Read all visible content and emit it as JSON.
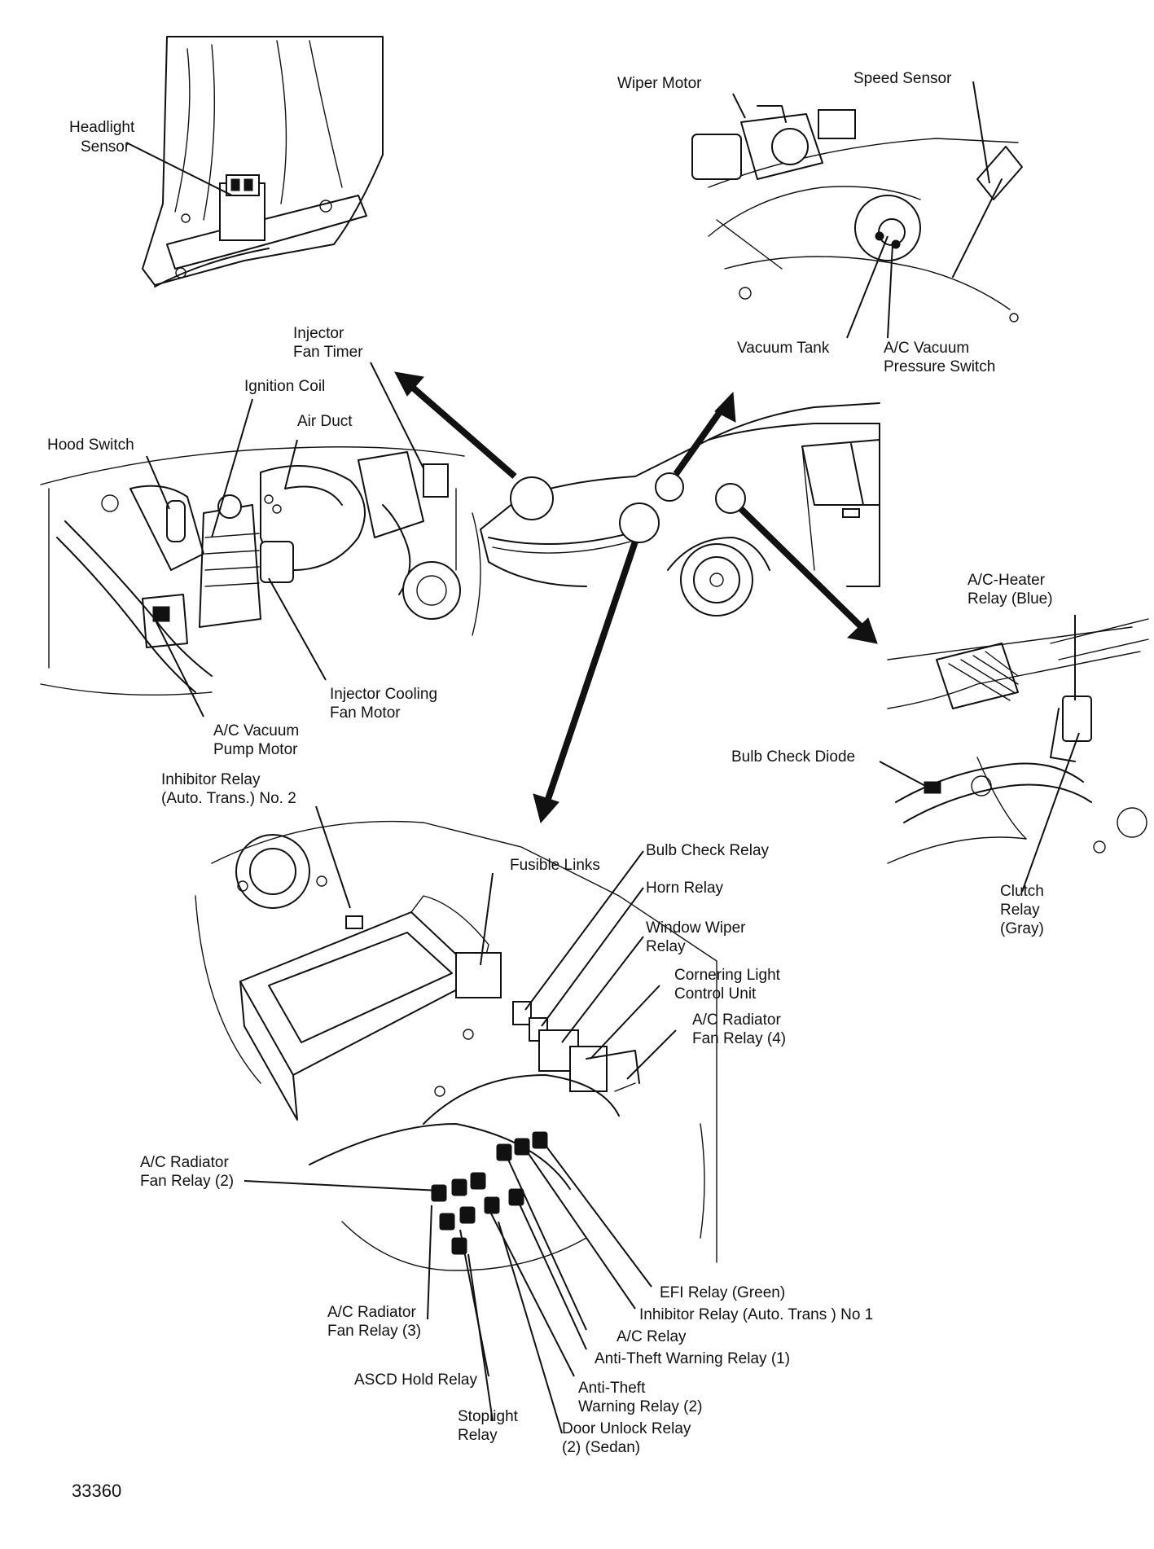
{
  "figure_number": "33360",
  "labels": {
    "headlight_sensor": [
      "Headlight",
      "Sensor"
    ],
    "wiper_motor": [
      "Wiper Motor"
    ],
    "speed_sensor": [
      "Speed Sensor"
    ],
    "vacuum_tank": [
      "Vacuum Tank"
    ],
    "ac_vacuum_pressure_switch": [
      "A/C Vacuum",
      "Pressure Switch"
    ],
    "injector_fan_timer": [
      "Injector",
      "Fan Timer"
    ],
    "ignition_coil": [
      "Ignition Coil"
    ],
    "air_duct": [
      "Air Duct"
    ],
    "hood_switch": [
      "Hood Switch"
    ],
    "injector_cooling_fan_motor": [
      "Injector Cooling",
      "Fan Motor"
    ],
    "ac_vacuum_pump_motor": [
      "A/C Vacuum",
      "Pump Motor"
    ],
    "ac_heater_relay": [
      "A/C-Heater",
      "Relay (Blue)"
    ],
    "bulb_check_diode": [
      "Bulb Check Diode"
    ],
    "clutch_relay": [
      "Clutch",
      "Relay",
      "(Gray)"
    ],
    "inhibitor_relay_no2": [
      "Inhibitor Relay",
      "(Auto. Trans.) No. 2"
    ],
    "fusible_links": [
      "Fusible Links"
    ],
    "bulb_check_relay": [
      "Bulb Check Relay"
    ],
    "horn_relay": [
      "Horn Relay"
    ],
    "window_wiper_relay": [
      "Window Wiper",
      "Relay"
    ],
    "cornering_light_control_unit": [
      "Cornering Light",
      "Control Unit"
    ],
    "ac_radiator_fan_relay_4": [
      "A/C Radiator",
      "Fan Relay (4)"
    ],
    "ac_radiator_fan_relay_2": [
      "A/C Radiator",
      "Fan Relay (2)"
    ],
    "efi_relay": [
      "EFI Relay (Green)"
    ],
    "inhibitor_relay_no1": [
      "Inhibitor Relay (Auto. Trans ) No  1"
    ],
    "ac_relay": [
      "A/C Relay"
    ],
    "anti_theft_warning_relay_1": [
      "Anti-Theft Warning Relay (1)"
    ],
    "ac_radiator_fan_relay_3": [
      "A/C Radiator",
      "Fan Relay (3)"
    ],
    "ascd_hold_relay": [
      "ASCD Hold Relay"
    ],
    "anti_theft_warning_relay_2": [
      "Anti-Theft",
      "Warning Relay (2)"
    ],
    "stoplight_relay": [
      "Stoplight",
      "Relay"
    ],
    "door_unlock_relay": [
      "Door Unlock Relay",
      "(2) (Sedan)"
    ]
  }
}
